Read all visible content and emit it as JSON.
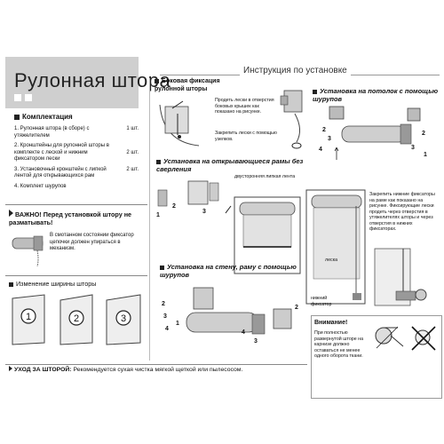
{
  "title": {
    "main": "Рулонная штора"
  },
  "header": {
    "label": "Инструкция по установке"
  },
  "kit": {
    "heading": "Комплектация",
    "items": [
      {
        "text": "1. Рулонная штора (в сборе) с утяжелителем",
        "qty": "1 шт."
      },
      {
        "text": "2. Кронштейны для рулонной шторы в комплекте с леской и нижним фиксатором лески",
        "qty": "2 шт."
      },
      {
        "text": "3. Установочный кронштейн с липкой лентой для открывающихся рам",
        "qty": "2 шт."
      },
      {
        "text": "4. Комплект шурупов",
        "qty": ""
      }
    ]
  },
  "important": {
    "heading": "ВАЖНО! Перед установкой штору не разматывать!",
    "body": "В смотанном состоянии фиксатор цепочки должен упираться в механизм."
  },
  "width_change": {
    "heading": "Изменение ширины шторы",
    "steps": [
      "1",
      "2",
      "3"
    ]
  },
  "side_fix": {
    "heading": "Боковая фиксация рулонной шторы",
    "note1": "Продеть лески в отверстия боковых крышек как показано на рисунке.",
    "note2": "Закрепить лески с помощью узелков."
  },
  "ceiling": {
    "heading": "Установка на потолок с помощью шурупов"
  },
  "opening_frames": {
    "heading": "Установка на открывающиеся рамы без сверления",
    "tape_label": "двусторонняя липкая лента"
  },
  "fixators": {
    "text": "Закрепить нижние фиксаторы на раме как показано на рисунке. Фиксирующие лески продеть через отверстия в утяжелителях шторы и через отверстия в нижних фиксаторах.",
    "leska_label": "леска",
    "bottom_fix_label": "нижний фиксатор"
  },
  "wall": {
    "heading": "Установка на стену, раму с помощью шурупов"
  },
  "warning": {
    "heading": "Внимание!",
    "body": "При полностью развернутой шторе на карнизе должно оставаться не менее одного оборота ткани."
  },
  "care": {
    "label": "УХОД ЗА ШТОРОЙ:",
    "text": "Рекомендуется сухая чистка мягкой щеткой или пылесосом."
  },
  "colors": {
    "title_bg": "#cfcfcf",
    "text": "#111111",
    "line": "#888888"
  }
}
